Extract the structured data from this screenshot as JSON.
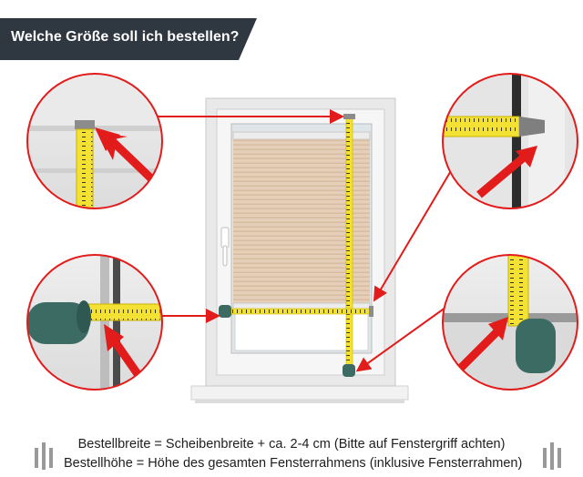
{
  "banner": {
    "title": "Welche Größe soll ich bestellen?"
  },
  "footer": {
    "line1": "Bestellbreite = Scheibenbreite + ca. 2-4 cm (Bitte auf Fenstergriff achten)",
    "line2": "Bestellhöhe = Höhe des gesamten Fensterrahmens (inklusive Fensterrahmen)"
  },
  "colors": {
    "banner_bg": "#2f3740",
    "arrow_red": "#e21b1b",
    "tape_yellow": "#f3e233",
    "tape_case": "#3c6b64",
    "pleat_blind": "#e4cdb5",
    "frame_white": "#f4f4f4"
  }
}
